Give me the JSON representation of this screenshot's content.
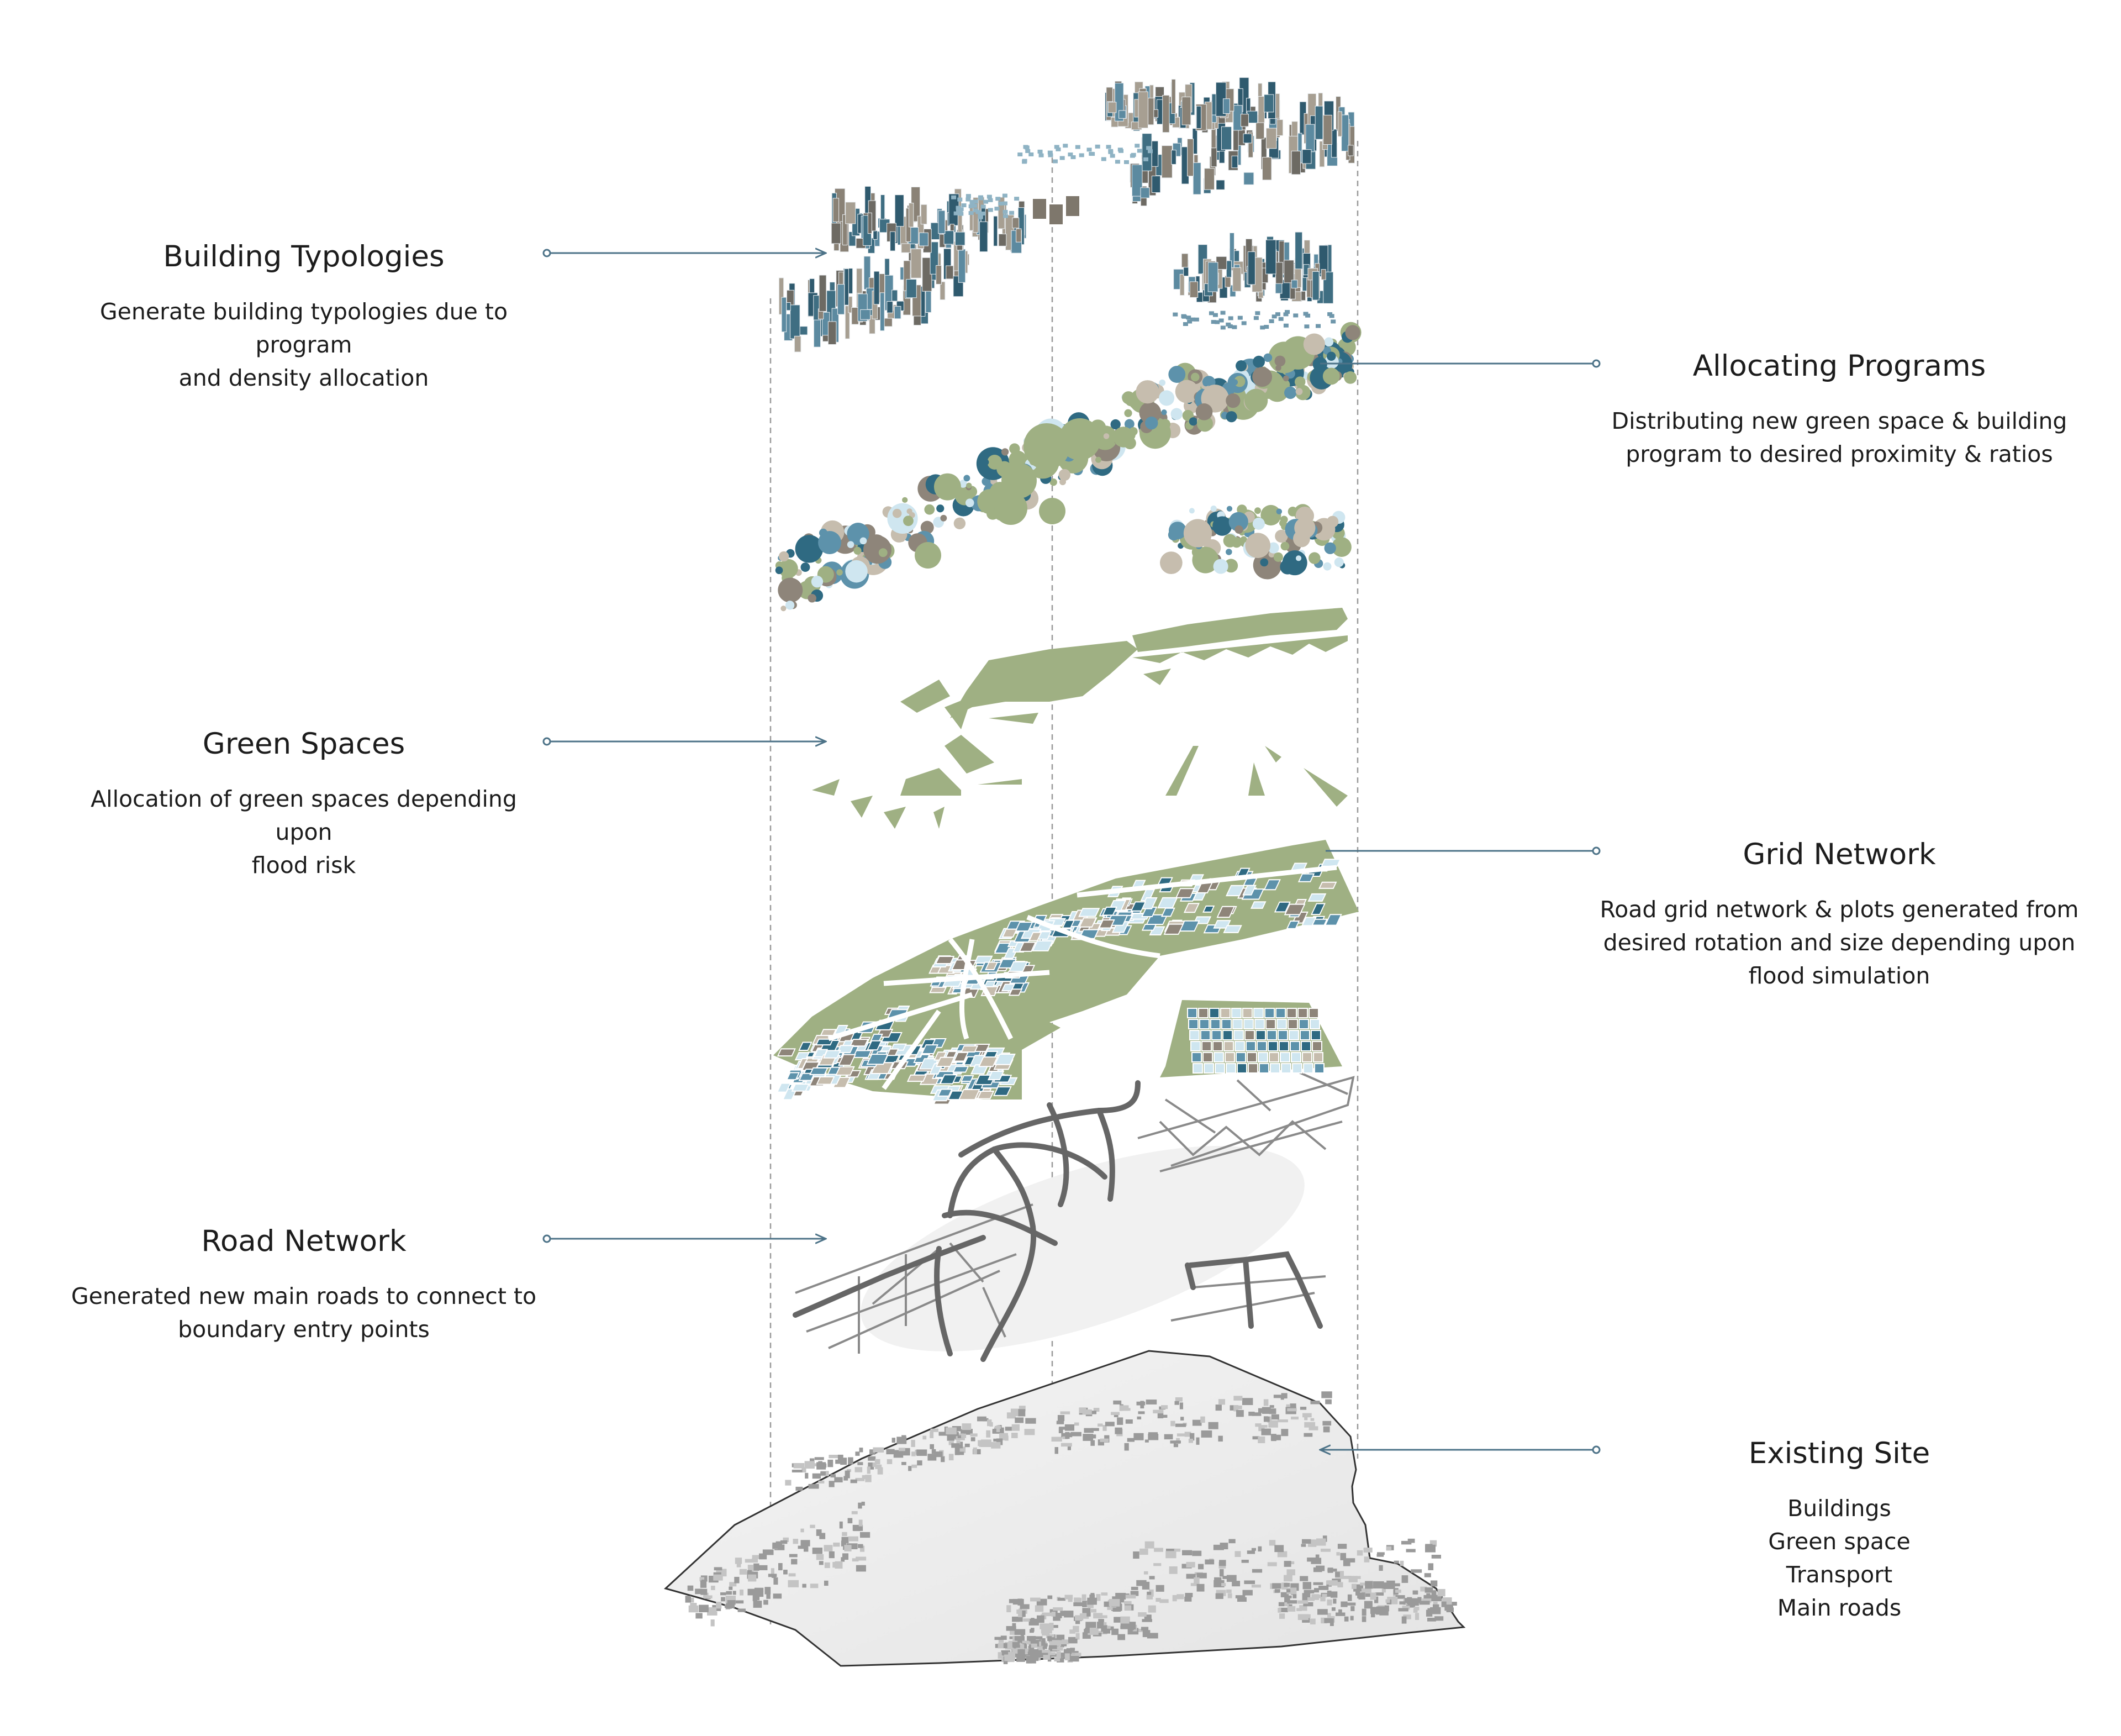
{
  "colors": {
    "green": "#9fb083",
    "teal_dark": "#2f6a82",
    "teal_mid": "#5d92ab",
    "light_blue": "#cfe6f0",
    "beige": "#c6bdae",
    "taupe": "#8e857a",
    "road_grey": "#6b6b6b",
    "site_grey": "#b8b8b8",
    "leader": "#4d7388",
    "guide": "#9a9a9a"
  },
  "layers": [
    {
      "id": "building-typologies",
      "title": "Building Typologies",
      "lines": [
        "Generate building typologies due to program",
        "and density allocation"
      ],
      "icon": "building-blocks-icon"
    },
    {
      "id": "allocating-programs",
      "title": "Allocating Programs",
      "lines": [
        "Distributing new green space & building",
        "program to desired proximity & ratios"
      ],
      "icon": "program-bubbles-icon"
    },
    {
      "id": "green-spaces",
      "title": "Green Spaces",
      "lines": [
        "Allocation of green spaces depending upon",
        "flood risk"
      ],
      "icon": "green-patches-icon"
    },
    {
      "id": "grid-network",
      "title": "Grid Network",
      "lines": [
        "Road grid network & plots generated from",
        "desired rotation and size depending upon",
        "flood simulation"
      ],
      "icon": "plot-grid-icon"
    },
    {
      "id": "road-network",
      "title": "Road Network",
      "lines": [
        "Generated new main roads to connect to",
        "boundary entry points"
      ],
      "icon": "road-lines-icon"
    },
    {
      "id": "existing-site",
      "title": "Existing Site",
      "items": [
        "Buildings",
        "Green space",
        "Transport",
        "Main roads"
      ],
      "icon": "site-map-icon"
    }
  ]
}
